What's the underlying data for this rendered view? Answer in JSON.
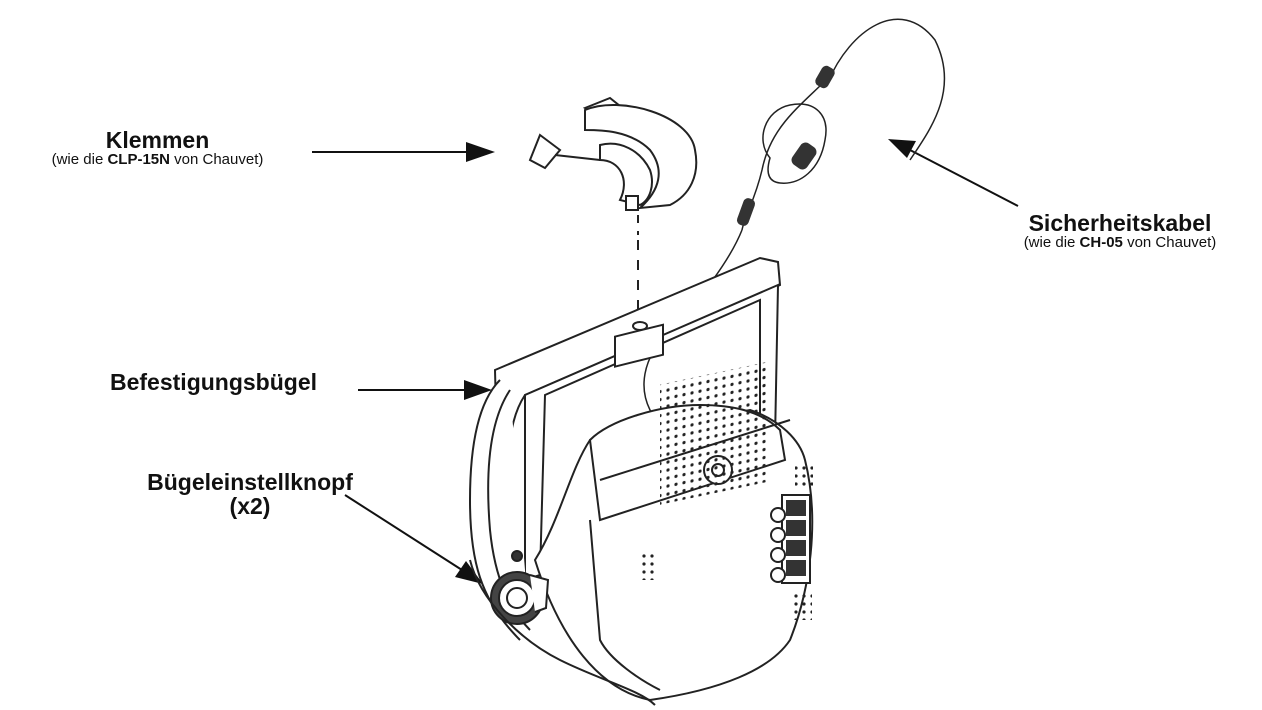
{
  "labels": {
    "clamp": {
      "title": "Klemmen",
      "sub_prefix": "(wie die ",
      "sub_bold": "CLP-15N",
      "sub_suffix": " von Chauvet)"
    },
    "safety": {
      "title": "Sicherheitskabel",
      "sub_prefix": "(wie die ",
      "sub_bold": "CH-05",
      "sub_suffix": " von Chauvet)"
    },
    "bracket": {
      "title": "Befestigungsbügel"
    },
    "knob": {
      "title": "Bügeleinstellknopf",
      "qty": "(x2)"
    }
  }
}
